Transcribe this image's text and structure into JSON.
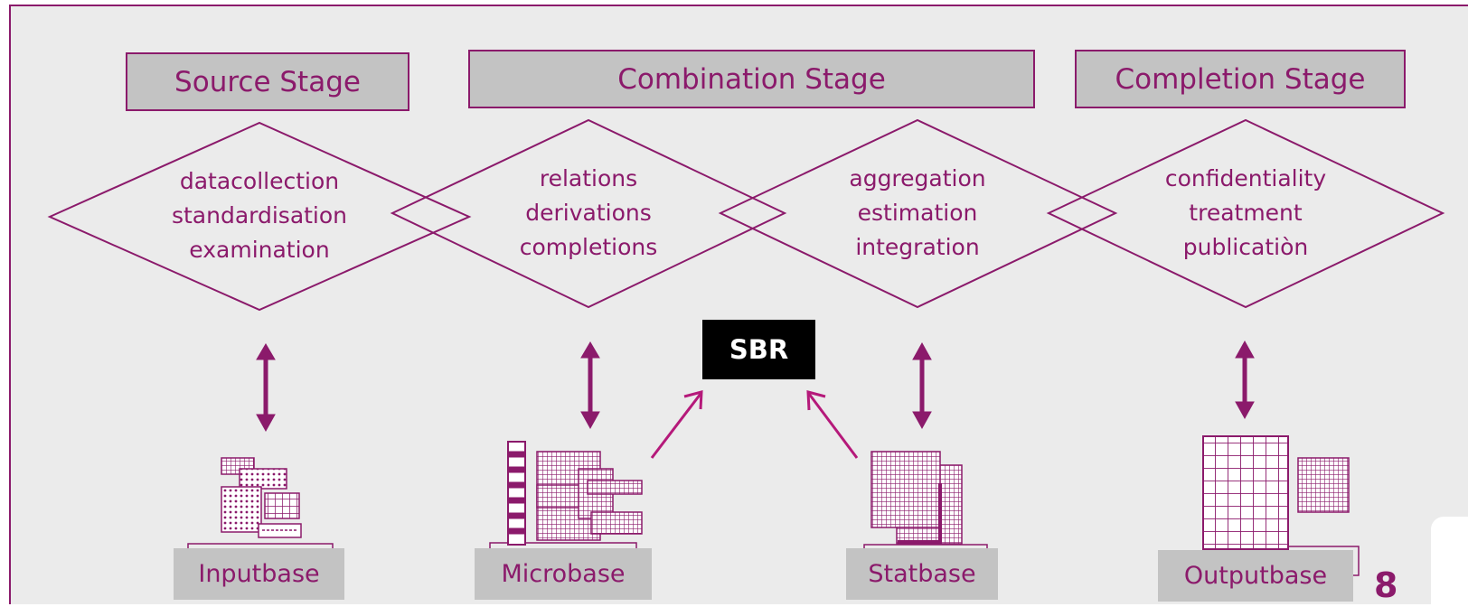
{
  "stages": {
    "source": "Source Stage",
    "combination": "Combination Stage",
    "completion": "Completion Stage"
  },
  "processes": {
    "source": [
      "datacollection",
      "standardisation",
      "examination"
    ],
    "combination_a": [
      "relations",
      "derivations",
      "completions"
    ],
    "combination_b": [
      "aggregation",
      "estimation",
      "integration"
    ],
    "completion": [
      "confidentiality",
      "treatment",
      "publicatiòn"
    ]
  },
  "bases": {
    "input": "Inputbase",
    "micro": "Microbase",
    "stat": "Statbase",
    "output": "Outputbase"
  },
  "sbr_label": "SBR",
  "page_number": "8",
  "colors": {
    "accent": "#8b1a6b",
    "arrow_pink": "#b5197a",
    "box_fill": "#c3c3c3",
    "background": "#ebebeb"
  }
}
